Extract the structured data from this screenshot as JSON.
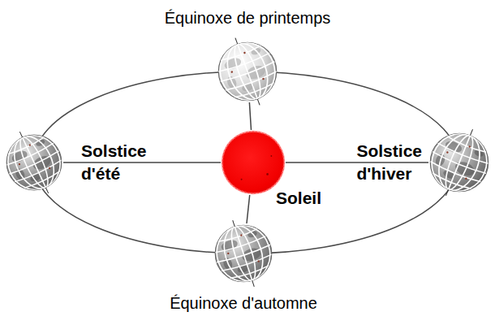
{
  "diagram": {
    "nodes": [
      {
        "text": [
          "Équinoxe de printemps"
        ]
      },
      {
        "text": [
          "Solstice d'été"
        ]
      },
      {
        "text": [
          "Soleil"
        ]
      },
      {
        "text": [
          "Solstice d'hiver"
        ]
      },
      {
        "text": [
          "Équinoxe d'automne"
        ]
      }
    ],
    "edges": [
      {
        "from": 2,
        "to": 1,
        "arrow": "none"
      },
      {
        "from": 2,
        "to": 3,
        "arrow": "none"
      },
      {
        "from": 2,
        "to": 0,
        "arrow": "none"
      },
      {
        "from": 2,
        "to": 4,
        "arrow": "none"
      }
    ]
  }
}
